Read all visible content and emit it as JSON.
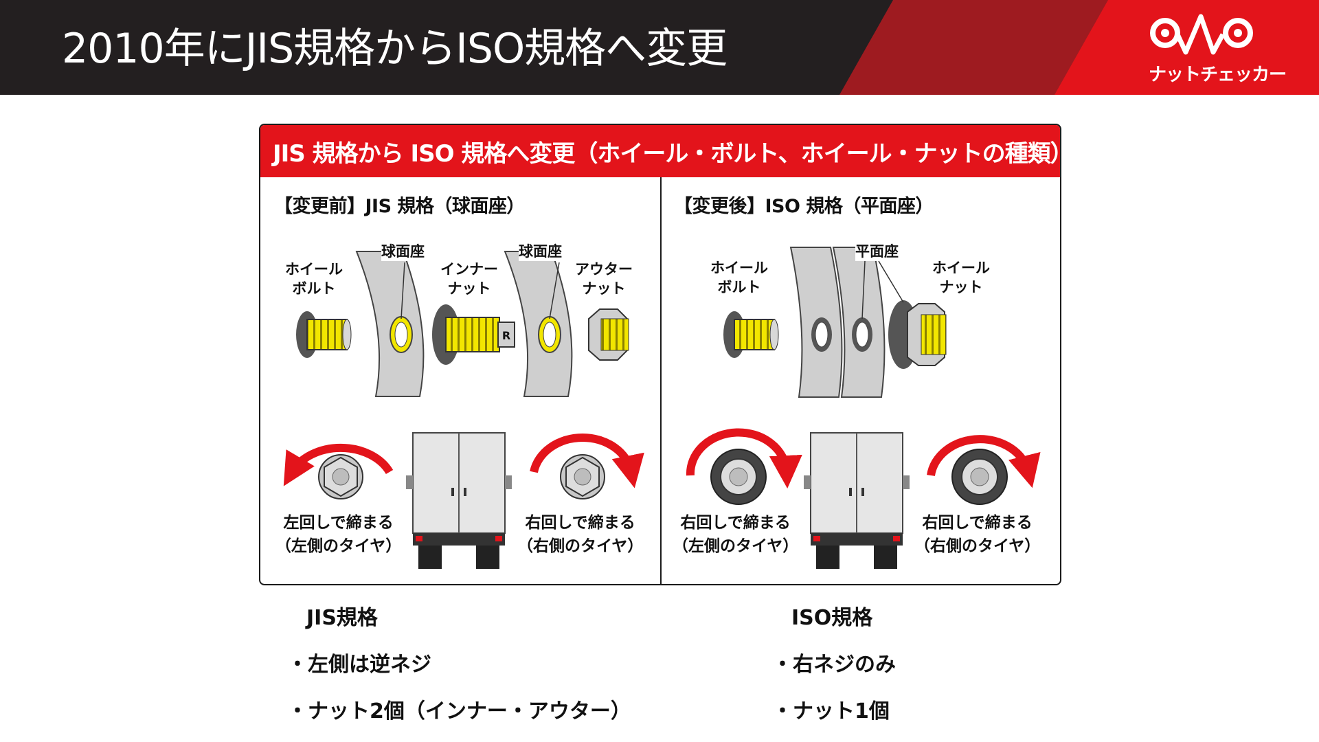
{
  "header": {
    "title": "2010年にJIS規格からISO規格へ変更",
    "logo_text": "ナットチェッカー",
    "colors": {
      "dark": "#231f20",
      "maroon": "#9e1b20",
      "red": "#e3141b"
    }
  },
  "figure": {
    "title": "JIS 規格から ISO 規格へ変更（ホイール・ボルト、ホイール・ナットの種類）",
    "left": {
      "heading": "【変更前】JIS 規格（球面座）",
      "labels": {
        "wheel_bolt": [
          "ホイール",
          "ボルト"
        ],
        "spherical_seat_1": "球面座",
        "inner_nut": [
          "インナー",
          "ナット"
        ],
        "spherical_seat_2": "球面座",
        "outer_nut": [
          "アウター",
          "ナット"
        ]
      },
      "caption_left": [
        "左回しで締まる",
        "（左側のタイヤ）"
      ],
      "caption_right": [
        "右回しで締まる",
        "（右側のタイヤ）"
      ]
    },
    "right": {
      "heading": "【変更後】ISO 規格（平面座）",
      "labels": {
        "wheel_bolt": [
          "ホイール",
          "ボルト"
        ],
        "flat_seat": "平面座",
        "wheel_nut": [
          "ホイール",
          "ナット"
        ]
      },
      "caption_left": [
        "右回しで締まる",
        "（左側のタイヤ）"
      ],
      "caption_right": [
        "右回しで締まる",
        "（右側のタイヤ）"
      ]
    },
    "colors": {
      "thread": "#f2e600",
      "arrow": "#e3141b",
      "part": "#cfcfcf"
    }
  },
  "bottom": {
    "jis": {
      "title": "JIS規格",
      "items": [
        "・左側は逆ネジ",
        "・ナット2個（インナー・アウター）"
      ]
    },
    "iso": {
      "title": "ISO規格",
      "items": [
        "・右ネジのみ",
        "・ナット1個"
      ]
    }
  }
}
